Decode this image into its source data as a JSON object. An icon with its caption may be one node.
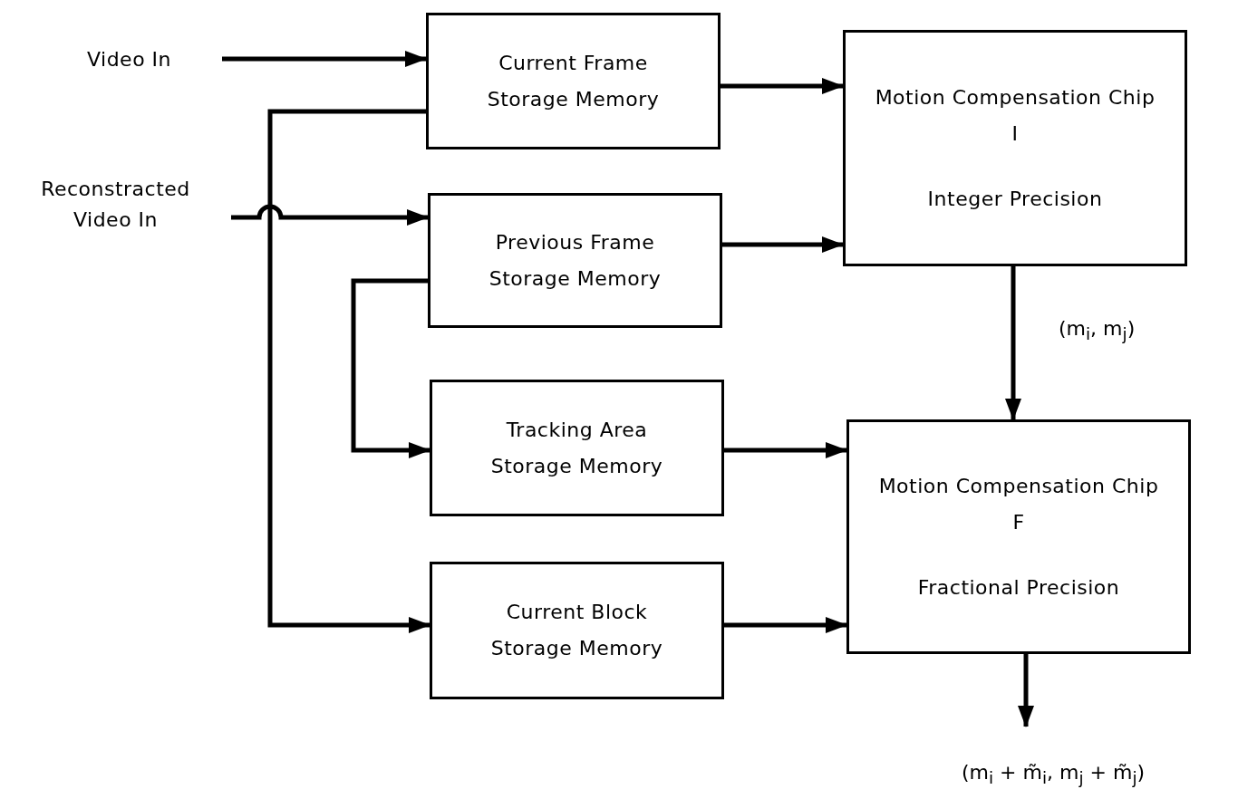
{
  "diagram": {
    "nodes": [
      {
        "text": [
          "Video In"
        ]
      },
      {
        "text": [
          "Reconstracted Video In"
        ]
      },
      {
        "text": [
          "Current Frame Storage Memory"
        ]
      },
      {
        "text": [
          "Previous Frame Storage Memory"
        ]
      },
      {
        "text": [
          "Tracking Area Storage Memory"
        ]
      },
      {
        "text": [
          "Current Block Storage Memory"
        ]
      },
      {
        "text": [
          "Motion Compensation Chip I",
          "Integer Precision"
        ]
      },
      {
        "text": [
          "Motion Compensation Chip F",
          "Fractional Precision"
        ]
      }
    ],
    "edges": [
      {
        "from": 0,
        "to": 2,
        "arrow": "to"
      },
      {
        "from": 1,
        "to": 3,
        "arrow": "to"
      },
      {
        "from": 2,
        "to": 5,
        "arrow": "to"
      },
      {
        "from": 3,
        "to": 4,
        "arrow": "to"
      },
      {
        "from": 2,
        "to": 6,
        "arrow": "to"
      },
      {
        "from": 3,
        "to": 6,
        "arrow": "to"
      },
      {
        "from": 4,
        "to": 7,
        "arrow": "to"
      },
      {
        "from": 5,
        "to": 7,
        "arrow": "to"
      },
      {
        "from": 6,
        "to": 7,
        "arrow": "to",
        "label": "(m$_{i}$, m$_{j}$)"
      },
      {
        "from": 7,
        "to": null,
        "arrow": "to",
        "label": "(m$_{i}$ + m̃$_{i}$, m$_{j}$ + m̃$_{j}$)"
      }
    ]
  }
}
